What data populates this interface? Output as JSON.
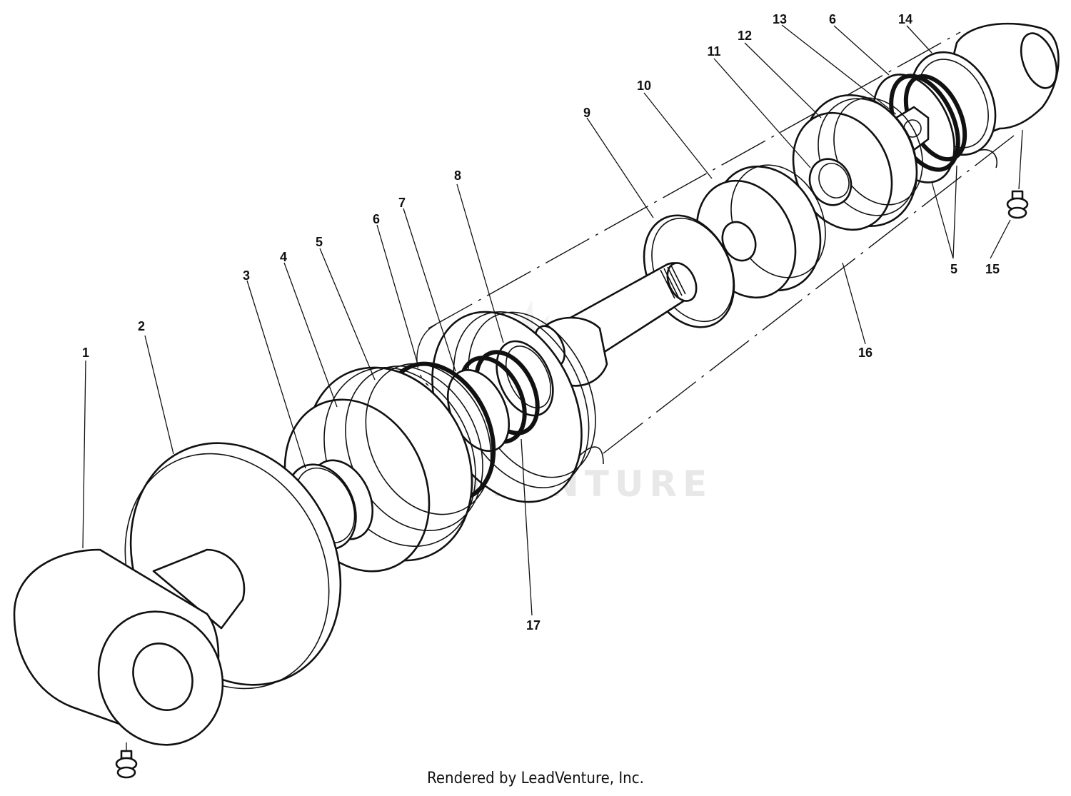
{
  "watermark": "LEADVENTURE",
  "footer": "Rendered by LeadVenture, Inc.",
  "callouts": [
    {
      "id": "c1",
      "text": "1"
    },
    {
      "id": "c2",
      "text": "2"
    },
    {
      "id": "c3",
      "text": "3"
    },
    {
      "id": "c4",
      "text": "4"
    },
    {
      "id": "c5a",
      "text": "5"
    },
    {
      "id": "c6a",
      "text": "6"
    },
    {
      "id": "c7",
      "text": "7"
    },
    {
      "id": "c8",
      "text": "8"
    },
    {
      "id": "c9",
      "text": "9"
    },
    {
      "id": "c10",
      "text": "10"
    },
    {
      "id": "c11",
      "text": "11"
    },
    {
      "id": "c12",
      "text": "12"
    },
    {
      "id": "c13",
      "text": "13"
    },
    {
      "id": "c6b",
      "text": "6"
    },
    {
      "id": "c14",
      "text": "14"
    },
    {
      "id": "c5b",
      "text": "5"
    },
    {
      "id": "c15",
      "text": "15"
    },
    {
      "id": "c16",
      "text": "16"
    },
    {
      "id": "c17",
      "text": "17"
    }
  ]
}
